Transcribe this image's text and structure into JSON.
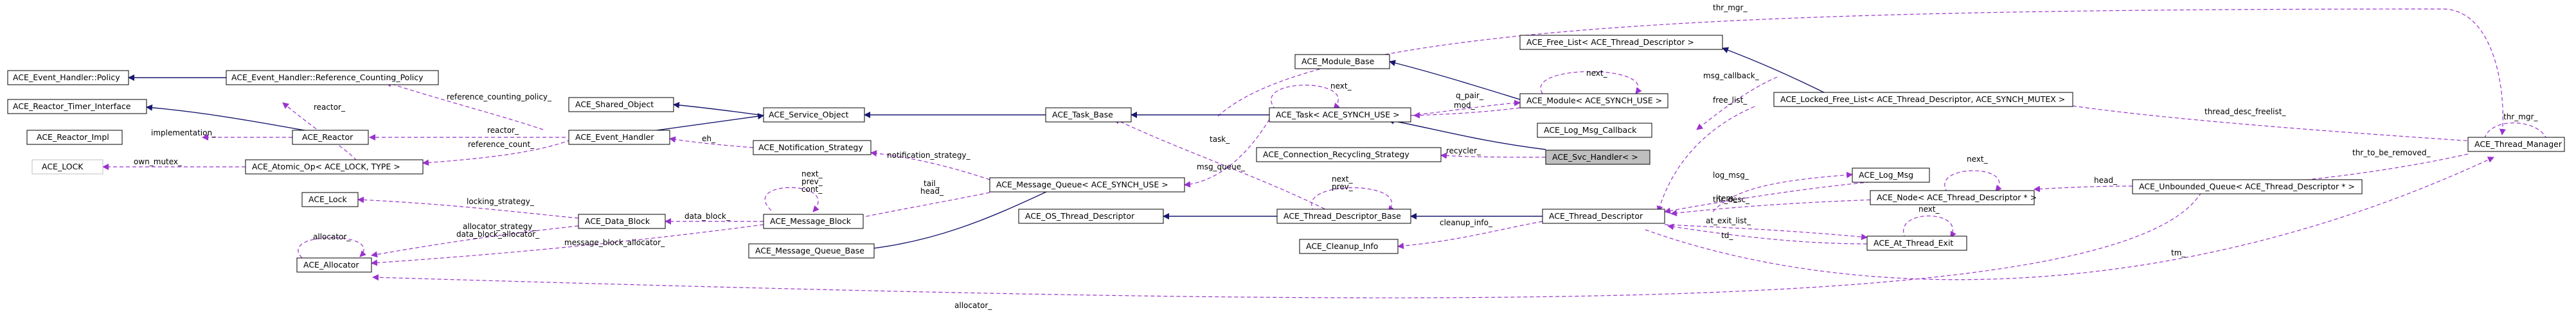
{
  "focus_node": "ACE_Svc_Handler< >",
  "nodes": [
    {
      "id": "ehp",
      "label": "ACE_Event_Handler::Policy"
    },
    {
      "id": "ehrcp",
      "label": "ACE_Event_Handler::Reference_Counting_Policy"
    },
    {
      "id": "rti",
      "label": "ACE_Reactor_Timer_Interface"
    },
    {
      "id": "reactor",
      "label": "ACE_Reactor"
    },
    {
      "id": "rimpl",
      "label": "ACE_Reactor_Impl"
    },
    {
      "id": "lock",
      "label": "ACE_LOCK",
      "style": "gray"
    },
    {
      "id": "aop",
      "label": "ACE_Atomic_Op< ACE_LOCK, TYPE >"
    },
    {
      "id": "shobj",
      "label": "ACE_Shared_Object"
    },
    {
      "id": "svcobj",
      "label": "ACE_Service_Object"
    },
    {
      "id": "evh",
      "label": "ACE_Event_Handler"
    },
    {
      "id": "notif",
      "label": "ACE_Notification_Strategy"
    },
    {
      "id": "acelock",
      "label": "ACE_Lock"
    },
    {
      "id": "datab",
      "label": "ACE_Data_Block"
    },
    {
      "id": "msgb",
      "label": "ACE_Message_Block"
    },
    {
      "id": "alloc",
      "label": "ACE_Allocator"
    },
    {
      "id": "mqb",
      "label": "ACE_Message_Queue_Base"
    },
    {
      "id": "mq",
      "label": "ACE_Message_Queue< ACE_SYNCH_USE >"
    },
    {
      "id": "taskbase",
      "label": "ACE_Task_Base"
    },
    {
      "id": "ostd",
      "label": "ACE_OS_Thread_Descriptor"
    },
    {
      "id": "modbase",
      "label": "ACE_Module_Base"
    },
    {
      "id": "task",
      "label": "ACE_Task< ACE_SYNCH_USE >"
    },
    {
      "id": "connrec",
      "label": "ACE_Connection_Recycling_Strategy"
    },
    {
      "id": "tdb",
      "label": "ACE_Thread_Descriptor_Base"
    },
    {
      "id": "cinfo",
      "label": "ACE_Cleanup_Info"
    },
    {
      "id": "module",
      "label": "ACE_Module< ACE_SYNCH_USE >"
    },
    {
      "id": "freelist",
      "label": "ACE_Free_List< ACE_Thread_Descriptor >"
    },
    {
      "id": "logcb",
      "label": "ACE_Log_Msg_Callback"
    },
    {
      "id": "svch",
      "label": "ACE_Svc_Handler< >",
      "style": "focus"
    },
    {
      "id": "td",
      "label": "ACE_Thread_Descriptor"
    },
    {
      "id": "lockedfl",
      "label": "ACE_Locked_Free_List< ACE_Thread_Descriptor, ACE_SYNCH_MUTEX >"
    },
    {
      "id": "logmsg",
      "label": "ACE_Log_Msg"
    },
    {
      "id": "nodetd",
      "label": "ACE_Node< ACE_Thread_Descriptor * >"
    },
    {
      "id": "ate",
      "label": "ACE_At_Thread_Exit"
    },
    {
      "id": "uq",
      "label": "ACE_Unbounded_Queue< ACE_Thread_Descriptor * >"
    },
    {
      "id": "tm",
      "label": "ACE_Thread_Manager"
    }
  ],
  "edge_labels": [
    {
      "id": "l_thr_mgr_top",
      "text": "thr_mgr_"
    },
    {
      "id": "l_reactor1",
      "text": "reactor_"
    },
    {
      "id": "l_refpol",
      "text": "reference_counting_policy_"
    },
    {
      "id": "l_reactor2",
      "text": "reactor_"
    },
    {
      "id": "l_impl",
      "text": "implementation_"
    },
    {
      "id": "l_refcount",
      "text": "reference_count_"
    },
    {
      "id": "l_ownmutex",
      "text": "own_mutex_"
    },
    {
      "id": "l_eh",
      "text": "eh_"
    },
    {
      "id": "l_notstrat",
      "text": "notification_strategy_"
    },
    {
      "id": "l_next_mb",
      "text": "next_"
    },
    {
      "id": "l_prev_mb",
      "text": "prev_"
    },
    {
      "id": "l_cont_mb",
      "text": "cont_"
    },
    {
      "id": "l_tail",
      "text": "tail_"
    },
    {
      "id": "l_head_mq",
      "text": "head_"
    },
    {
      "id": "l_lockstrat",
      "text": "locking_strategy_"
    },
    {
      "id": "l_datablock",
      "text": "data_block_"
    },
    {
      "id": "l_allocstrat",
      "text": "allocator_strategy_"
    },
    {
      "id": "l_dballoc",
      "text": "data_block_allocator_"
    },
    {
      "id": "l_mballoc",
      "text": "message_block_allocator_"
    },
    {
      "id": "l_alloc_self",
      "text": "allocator_"
    },
    {
      "id": "l_msgqueue",
      "text": "msg_queue_"
    },
    {
      "id": "l_task",
      "text": "task_"
    },
    {
      "id": "l_next_task",
      "text": "next_"
    },
    {
      "id": "l_next_mod",
      "text": "next_"
    },
    {
      "id": "l_reader",
      "text": "q_pair_"
    },
    {
      "id": "l_mod",
      "text": "mod_"
    },
    {
      "id": "l_recycler",
      "text": "recycler_"
    },
    {
      "id": "l_next_tdb",
      "text": "next_"
    },
    {
      "id": "l_prev_tdb",
      "text": "prev_"
    },
    {
      "id": "l_cleanup",
      "text": "cleanup_info_"
    },
    {
      "id": "l_msgcb",
      "text": "msg_callback_"
    },
    {
      "id": "l_freelist",
      "text": "free_list_"
    },
    {
      "id": "l_logmsg",
      "text": "log_msg_"
    },
    {
      "id": "l_thrdesc",
      "text": "thr_desc_"
    },
    {
      "id": "l_item",
      "text": "item_"
    },
    {
      "id": "l_atexit",
      "text": "at_exit_list_"
    },
    {
      "id": "l_td",
      "text": "td_"
    },
    {
      "id": "l_next_node",
      "text": "next_"
    },
    {
      "id": "l_next_ate",
      "text": "next_"
    },
    {
      "id": "l_head_uq",
      "text": "head_"
    },
    {
      "id": "l_tdfl",
      "text": "thread_desc_freelist_"
    },
    {
      "id": "l_thr_mgr_r",
      "text": "thr_mgr_"
    },
    {
      "id": "l_ttbr",
      "text": "thr_to_be_removed_"
    },
    {
      "id": "l_tm",
      "text": "tm_"
    },
    {
      "id": "l_alloc_bottom",
      "text": "allocator_"
    }
  ]
}
